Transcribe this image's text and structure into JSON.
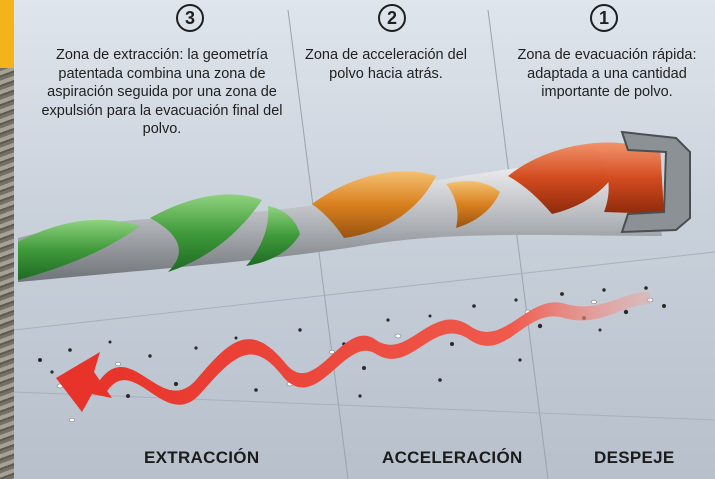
{
  "zones": [
    {
      "number": "3",
      "description": "Zona de extracción: la geometría patentada combina una zona de aspiración seguida por una zona de expulsión para la evacuación final del polvo."
    },
    {
      "number": "2",
      "description": "Zona de acceleración del polvo hacia atrás."
    },
    {
      "number": "1",
      "description": "Zona de evacuación rápida: adaptada a una cantidad importante de polvo."
    }
  ],
  "bottom_labels": [
    "EXTRACCIÓN",
    "ACCELERACIÓN",
    "DESPEJE"
  ],
  "colors": {
    "zone_3_flute": "#3f9a3a",
    "zone_2_flute": "#d9801f",
    "zone_1_flute": "#d24a1e",
    "dust_arrow": "#e8332a",
    "steel": "#b9bcc0",
    "accent_strip": "#f4b31a"
  },
  "icons": [
    "drill-bit",
    "dust-flow-arrow",
    "dust-particles"
  ]
}
